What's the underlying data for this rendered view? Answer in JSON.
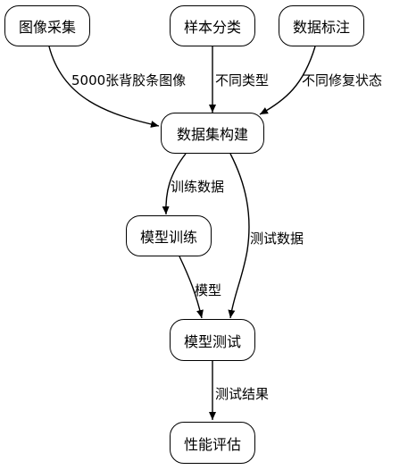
{
  "nodes": {
    "image_collection": "图像采集",
    "sample_classification": "样本分类",
    "data_annotation": "数据标注",
    "dataset_construction": "数据集构建",
    "model_training": "模型训练",
    "model_testing": "模型测试",
    "performance_evaluation": "性能评估"
  },
  "edges": {
    "collection_to_dataset": "5000张背胶条图像",
    "classification_to_dataset": "不同类型",
    "annotation_to_dataset": "不同修复状态",
    "dataset_to_training": "训练数据",
    "dataset_to_testing": "测试数据",
    "training_to_testing": "模型",
    "testing_to_evaluation": "测试结果"
  }
}
